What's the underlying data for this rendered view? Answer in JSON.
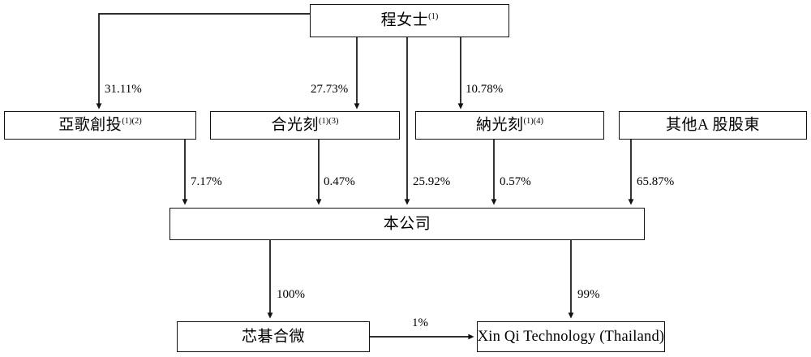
{
  "diagram": {
    "title": "Shareholding structure chart",
    "nodes": [
      {
        "id": "cheng",
        "label": "程女士",
        "sup": "(1)"
      },
      {
        "id": "yage",
        "label": "亞歌創投",
        "sup": "(1)(2)"
      },
      {
        "id": "heguangke",
        "label": "合光刻",
        "sup": "(1)(3)"
      },
      {
        "id": "naguangke",
        "label": "納光刻",
        "sup": "(1)(4)"
      },
      {
        "id": "othera",
        "label": "其他A 股股東",
        "sup": ""
      },
      {
        "id": "company",
        "label": "本公司",
        "sup": ""
      },
      {
        "id": "xinqi",
        "label": "芯碁合微",
        "sup": ""
      },
      {
        "id": "thailand",
        "label": "Xin Qi Technology (Thailand)",
        "sup": ""
      }
    ],
    "edges": [
      {
        "from": "cheng",
        "to": "yage",
        "label": "31.11%"
      },
      {
        "from": "cheng",
        "to": "heguangke",
        "label": "27.73%"
      },
      {
        "from": "cheng",
        "to": "naguangke",
        "label": "10.78%"
      },
      {
        "from": "yage",
        "to": "company",
        "label": "7.17%"
      },
      {
        "from": "heguangke",
        "to": "company",
        "label": "0.47%"
      },
      {
        "from": "cheng",
        "to": "company",
        "label": "25.92%"
      },
      {
        "from": "naguangke",
        "to": "company",
        "label": "0.57%"
      },
      {
        "from": "othera",
        "to": "company",
        "label": "65.87%"
      },
      {
        "from": "company",
        "to": "xinqi",
        "label": "100%"
      },
      {
        "from": "company",
        "to": "thailand",
        "label": "99%"
      },
      {
        "from": "xinqi",
        "to": "thailand",
        "label": "1%"
      }
    ],
    "colors": {
      "line": "#111111",
      "box_border": "#111111",
      "background": "#ffffff",
      "text": "#000000"
    }
  }
}
